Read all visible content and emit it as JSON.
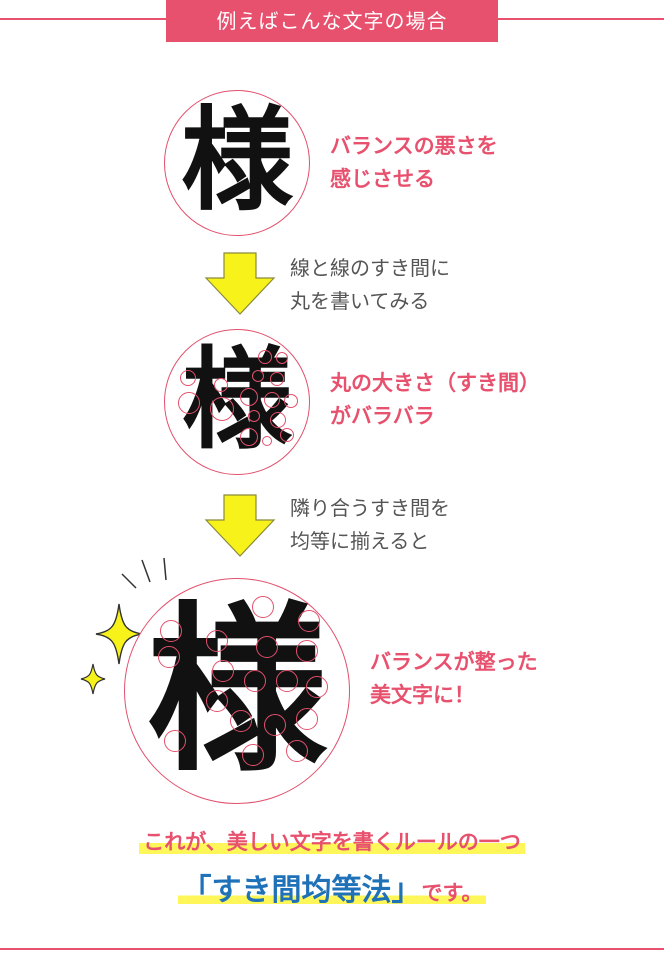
{
  "banner": {
    "text": "例えばこんな文字の場合"
  },
  "kanji": {
    "char": "様"
  },
  "step1": {
    "note_line1": "バランスの悪さを",
    "note_line2": "感じさせる"
  },
  "instruction1": {
    "line1": "線と線のすき間に",
    "line2": "丸を書いてみる"
  },
  "step2": {
    "note_line1": "丸の大きさ（すき間）",
    "note_line2": "がバラバラ"
  },
  "instruction2": {
    "line1": "隣り合うすき間を",
    "line2": "均等に揃えると"
  },
  "step3": {
    "note_line1": "バランスが整った",
    "note_line2": "美文字に！"
  },
  "conclusion": {
    "line1": "これが、美しい文字を書くルールの一つ",
    "rule_name": "「すき間均等法」",
    "line2_tail": "です。"
  },
  "colors": {
    "accent_pink": "#e8516e",
    "highlight_yellow": "#fff75a",
    "arrow_yellow": "#f7f21a",
    "blue_text": "#1f71b8"
  }
}
